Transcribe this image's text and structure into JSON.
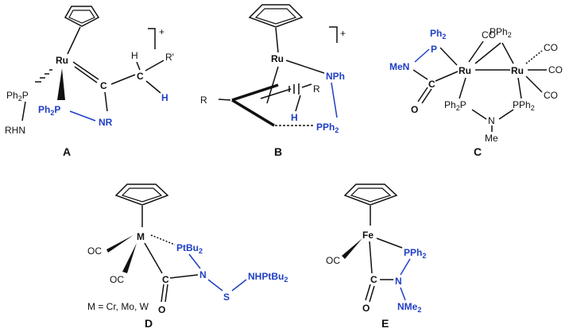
{
  "colors": {
    "heteroatom_blue": "#1f3fc4",
    "ink": "#111111",
    "background": "#ffffff"
  },
  "structures": {
    "A": {
      "label": "A",
      "charge": "+",
      "metal": "Ru",
      "ph2p": "Ph",
      "ph2p_sub": "2",
      "ph2p_p": "P",
      "rhn": "RHN",
      "ph2p_blue": "Ph",
      "ph2p_blue_sub": "2",
      "ph2p_blue_p": "P",
      "nr": "NR",
      "c": "C",
      "c2": "C",
      "h1": "H",
      "h2": "H",
      "r_prime": "R'"
    },
    "B": {
      "label": "B",
      "charge": "+",
      "metal": "Ru",
      "nph": "NPh",
      "r_left": "R",
      "r_right": "R",
      "h": "H",
      "pph2": "PPh",
      "pph2_sub": "2"
    },
    "C": {
      "label": "C",
      "ph2": "Ph",
      "ph2_sub": "2",
      "p": "P",
      "men": "MeN",
      "c": "C",
      "o": "O",
      "ru1": "Ru",
      "ru2": "Ru",
      "co1": "CO",
      "co2": "CO",
      "co3": "CO",
      "co4": "CO",
      "pph2_top": "PPh",
      "pph2_top_sub": "2",
      "ph2p_bottom": "Ph",
      "ph2p_bottom_sub": "2",
      "ph2p_bottom_p": "P",
      "pph2_bottom": "PPh",
      "pph2_bottom_sub": "2",
      "n": "N",
      "me": "Me"
    },
    "D": {
      "label": "D",
      "metal": "M",
      "oc1": "OC",
      "oc2": "OC",
      "ptbu2": "PtBu",
      "ptbu2_sub": "2",
      "n": "N",
      "s": "S",
      "nhptbu2": "NHPtBu",
      "nhptbu2_sub": "2",
      "c": "C",
      "o": "O",
      "legend": "M = Cr, Mo, W"
    },
    "E": {
      "label": "E",
      "metal": "Fe",
      "oc": "OC",
      "pph2": "PPh",
      "pph2_sub": "2",
      "c": "C",
      "n": "N",
      "nme2": "NMe",
      "nme2_sub": "2",
      "o": "O"
    }
  }
}
